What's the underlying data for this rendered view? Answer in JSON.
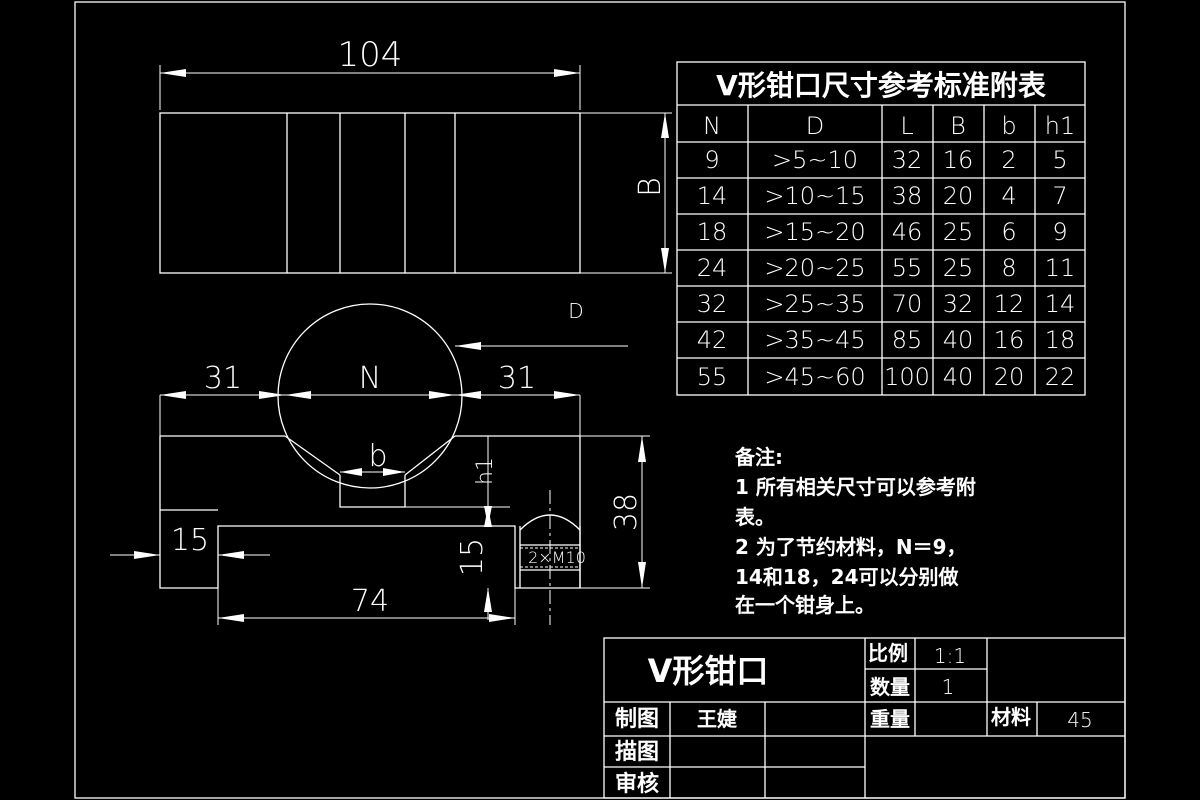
{
  "drawing": {
    "dims": {
      "top_width": "104",
      "side_b": "B",
      "d_label": "D",
      "left_31": "31",
      "right_31": "31",
      "n_label": "N",
      "b_label": "b",
      "h1_label": "h1",
      "h38": "38",
      "left_15": "15",
      "mid_15": "15",
      "bottom_74": "74",
      "thread": "2×M10"
    }
  },
  "table": {
    "title": "V形钳口尺寸参考标准附表",
    "headers": [
      "N",
      "D",
      "L",
      "B",
      "b",
      "h1"
    ],
    "rows": [
      [
        "9",
        ">5~10",
        "32",
        "16",
        "2",
        "5"
      ],
      [
        "14",
        ">10~15",
        "38",
        "20",
        "4",
        "7"
      ],
      [
        "18",
        ">15~20",
        "46",
        "25",
        "6",
        "9"
      ],
      [
        "24",
        ">20~25",
        "55",
        "25",
        "8",
        "11"
      ],
      [
        "32",
        ">25~35",
        "70",
        "32",
        "12",
        "14"
      ],
      [
        "42",
        ">35~45",
        "85",
        "40",
        "16",
        "18"
      ],
      [
        "55",
        ">45~60",
        "100",
        "40",
        "20",
        "22"
      ]
    ]
  },
  "notes": {
    "heading": "备注:",
    "lines": [
      "1 所有相关尺寸可以参考附",
      "表。",
      "2 为了节约材料，N＝9，",
      "14和18，24可以分别做",
      "在一个钳身上。"
    ]
  },
  "title_block": {
    "part_name": "V形钳口",
    "scale_label": "比例",
    "scale_value": "1:1",
    "qty_label": "数量",
    "qty_value": "1",
    "weight_label": "重量",
    "material_label": "材料",
    "material_value": "45",
    "drawn_label": "制图",
    "drawn_value": "王婕",
    "traced_label": "描图",
    "checked_label": "审核"
  }
}
